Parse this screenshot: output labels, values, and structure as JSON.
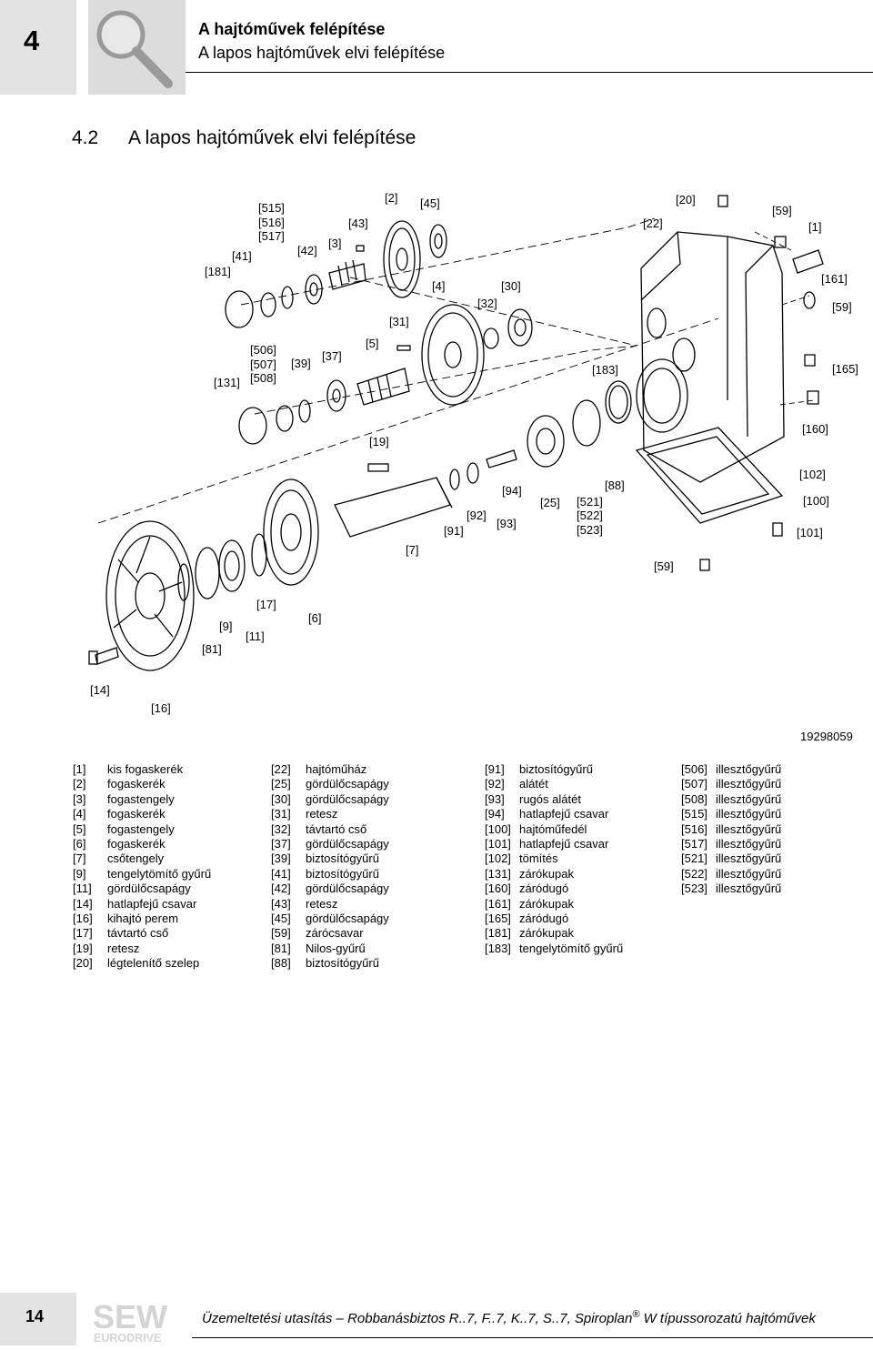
{
  "header": {
    "chapter_number": "4",
    "title": "A hajtóművek felépítése",
    "subtitle": "A lapos hajtóművek elvi felépítése"
  },
  "section": {
    "number": "4.2",
    "title": "A lapos hajtóművek elvi felépítése"
  },
  "figure": {
    "id": "19298059",
    "callouts": [
      "[515]",
      "[516]",
      "[517]",
      "[41]",
      "[181]",
      "[42]",
      "[3]",
      "[43]",
      "[2]",
      "[45]",
      "[4]",
      "[32]",
      "[30]",
      "[31]",
      "[5]",
      "[506]",
      "[507]",
      "[508]",
      "[131]",
      "[39]",
      "[37]",
      "[183]",
      "[22]",
      "[20]",
      "[59]",
      "[1]",
      "[161]",
      "[59]",
      "[165]",
      "[160]",
      "[19]",
      "[88]",
      "[94]",
      "[25]",
      "[521]",
      "[522]",
      "[523]",
      "[92]",
      "[93]",
      "[91]",
      "[7]",
      "[102]",
      "[100]",
      "[101]",
      "[59]",
      "[17]",
      "[9]",
      "[81]",
      "[11]",
      "[6]",
      "[14]",
      "[16]"
    ]
  },
  "legend": {
    "columns": [
      [
        {
          "code": "[1]",
          "text": "kis fogaskerék"
        },
        {
          "code": "[2]",
          "text": "fogaskerék"
        },
        {
          "code": "[3]",
          "text": "fogastengely"
        },
        {
          "code": "[4]",
          "text": "fogaskerék"
        },
        {
          "code": "[5]",
          "text": "fogastengely"
        },
        {
          "code": "[6]",
          "text": "fogaskerék"
        },
        {
          "code": "[7]",
          "text": "csőtengely"
        },
        {
          "code": "[9]",
          "text": "tengelytömítő gyűrű"
        },
        {
          "code": "[11]",
          "text": "gördülőcsapágy"
        },
        {
          "code": "[14]",
          "text": "hatlapfejű csavar"
        },
        {
          "code": "[16]",
          "text": "kihajtó perem"
        },
        {
          "code": "[17]",
          "text": "távtartó cső"
        },
        {
          "code": "[19]",
          "text": "retesz"
        },
        {
          "code": "[20]",
          "text": "légtelenítő szelep"
        }
      ],
      [
        {
          "code": "[22]",
          "text": "hajtóműház"
        },
        {
          "code": "[25]",
          "text": "gördülőcsapágy"
        },
        {
          "code": "[30]",
          "text": "gördülőcsapágy"
        },
        {
          "code": "[31]",
          "text": "retesz"
        },
        {
          "code": "[32]",
          "text": "távtartó cső"
        },
        {
          "code": "[37]",
          "text": "gördülőcsapágy"
        },
        {
          "code": "[39]",
          "text": "biztosítógyűrű"
        },
        {
          "code": "[41]",
          "text": "biztosítógyűrű"
        },
        {
          "code": "[42]",
          "text": "gördülőcsapágy"
        },
        {
          "code": "[43]",
          "text": "retesz"
        },
        {
          "code": "[45]",
          "text": "gördülőcsapágy"
        },
        {
          "code": "[59]",
          "text": "zárócsavar"
        },
        {
          "code": "[81]",
          "text": "Nilos-gyűrű"
        },
        {
          "code": "[88]",
          "text": "biztosítógyűrű"
        }
      ],
      [
        {
          "code": "[91]",
          "text": "biztosítógyűrű"
        },
        {
          "code": "[92]",
          "text": "alátét"
        },
        {
          "code": "[93]",
          "text": "rugós alátét"
        },
        {
          "code": "[94]",
          "text": "hatlapfejű csavar"
        },
        {
          "code": "[100]",
          "text": "hajtóműfedél"
        },
        {
          "code": "[101]",
          "text": "hatlapfejű csavar"
        },
        {
          "code": "[102]",
          "text": "tömítés"
        },
        {
          "code": "[131]",
          "text": "zárókupak"
        },
        {
          "code": "[160]",
          "text": "záródugó"
        },
        {
          "code": "[161]",
          "text": "zárókupak"
        },
        {
          "code": "[165]",
          "text": "záródugó"
        },
        {
          "code": "[181]",
          "text": "zárókupak"
        },
        {
          "code": "[183]",
          "text": "tengelytömítő gyűrű"
        }
      ],
      [
        {
          "code": "[506]",
          "text": "illesztőgyűrű"
        },
        {
          "code": "[507]",
          "text": "illesztőgyűrű"
        },
        {
          "code": "[508]",
          "text": "illesztőgyűrű"
        },
        {
          "code": "[515]",
          "text": "illesztőgyűrű"
        },
        {
          "code": "[516]",
          "text": "illesztőgyűrű"
        },
        {
          "code": "[517]",
          "text": "illesztőgyűrű"
        },
        {
          "code": "[521]",
          "text": "illesztőgyűrű"
        },
        {
          "code": "[522]",
          "text": "illesztőgyűrű"
        },
        {
          "code": "[523]",
          "text": "illesztőgyűrű"
        }
      ]
    ]
  },
  "footer": {
    "page_number": "14",
    "logo_text": "SEW",
    "logo_subtext": "EURODRIVE",
    "text_main": "Üzemeltetési utasítás – Robbanásbiztos R..7, F..7, K..7, S..7, Spiroplan",
    "registered": "®",
    "text_end": " W típussorozatú hajtóművek"
  }
}
